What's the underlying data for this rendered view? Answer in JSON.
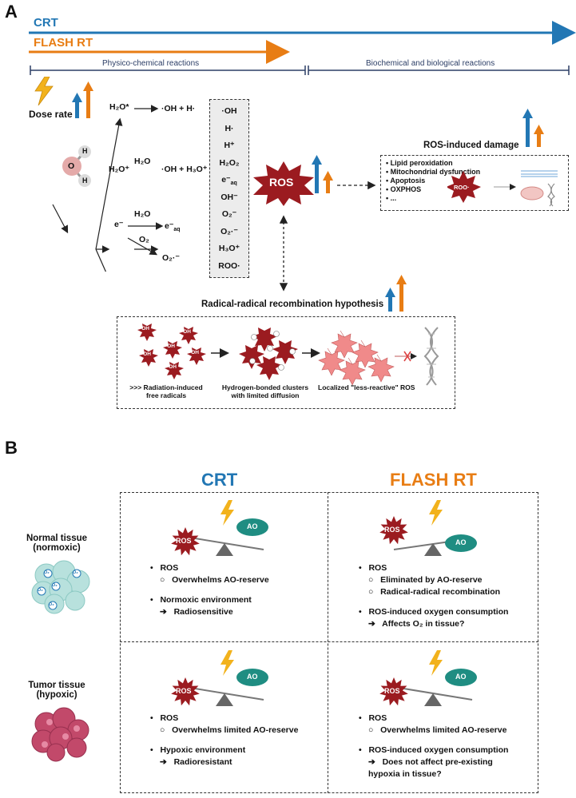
{
  "panel_a": {
    "letter": "A",
    "crt_label": "CRT",
    "flash_label": "FLASH RT",
    "phase_left": "Physico-chemical reactions",
    "phase_right": "Biochemical and biological reactions",
    "dose_rate": "Dose rate",
    "water_h_top": "H",
    "water_o": "O",
    "water_h_bottom": "H",
    "branch1_left": "H₂O*",
    "branch1_right": "·OH + H·",
    "branch2_reagent": "H₂O",
    "branch2_left": "H₂O⁺",
    "branch2_right": "·OH + H₃O⁺",
    "branch3_left": "e⁻",
    "branch3_reagent1": "H₂O",
    "branch3_product1": "e⁻",
    "branch3_product1_sub": "aq",
    "branch3_reagent2": "O₂",
    "branch3_product2": "O₂·⁻",
    "species": [
      "·OH",
      "H·",
      "H⁺",
      "H₂O₂",
      "e⁻",
      "OH⁻",
      "O₂⁻",
      "O₂·⁻",
      "H₃O⁺",
      "ROO·"
    ],
    "species_sub": [
      "",
      "",
      "",
      "",
      "aq",
      "",
      "",
      "",
      "",
      ""
    ],
    "ros_label": "ROS",
    "ros_damage_title": "ROS-induced damage",
    "ros_damage_items": [
      "Lipid peroxidation",
      "Mitochondrial dysfunction",
      "Apoptosis",
      "OXPHOS",
      "..."
    ],
    "roo_label": "ROO·",
    "recomb_title": "Radical-radical recombination hypothesis",
    "oh_label": "·OH",
    "step1": ">>> Radiation-induced\nfree radicals",
    "step2": "Hydrogen-bonded clusters\nwith limited diffusion",
    "step3": "Localized \"less-reactive\" ROS"
  },
  "panel_b": {
    "letter": "B",
    "col_crt": "CRT",
    "col_flash": "FLASH RT",
    "row1_label": "Normal tissue\n(normoxic)",
    "row2_label": "Tumor tissue\n(hypoxic)",
    "o2_label": "O₂",
    "ros": "ROS",
    "ao": "AO",
    "cell_crt_normal": {
      "b1": "ROS",
      "s1": "Overwhelms AO-reserve",
      "b2": "Normoxic environment",
      "r2": "Radiosensitive"
    },
    "cell_flash_normal": {
      "b1": "ROS",
      "s1": "Eliminated by AO-reserve",
      "s2": "Radical-radical recombination",
      "b2": "ROS-induced oxygen consumption",
      "r2": "Affects O₂ in tissue?"
    },
    "cell_crt_tumor": {
      "b1": "ROS",
      "s1": "Overwhelms limited AO-reserve",
      "b2": "Hypoxic environment",
      "r2": "Radioresistant"
    },
    "cell_flash_tumor": {
      "b1": "ROS",
      "s1": "Overwhelms limited AO-reserve",
      "b2": "ROS-induced oxygen consumption",
      "r2": "Does not affect pre-existing\nhypoxia in tissue?"
    }
  },
  "colors": {
    "crt": "#2277b4",
    "flash": "#e87d14",
    "ros": "#9b1b20",
    "ao": "#1f8d82",
    "navy": "#2c3e66",
    "bolt": "#f2b21c"
  }
}
